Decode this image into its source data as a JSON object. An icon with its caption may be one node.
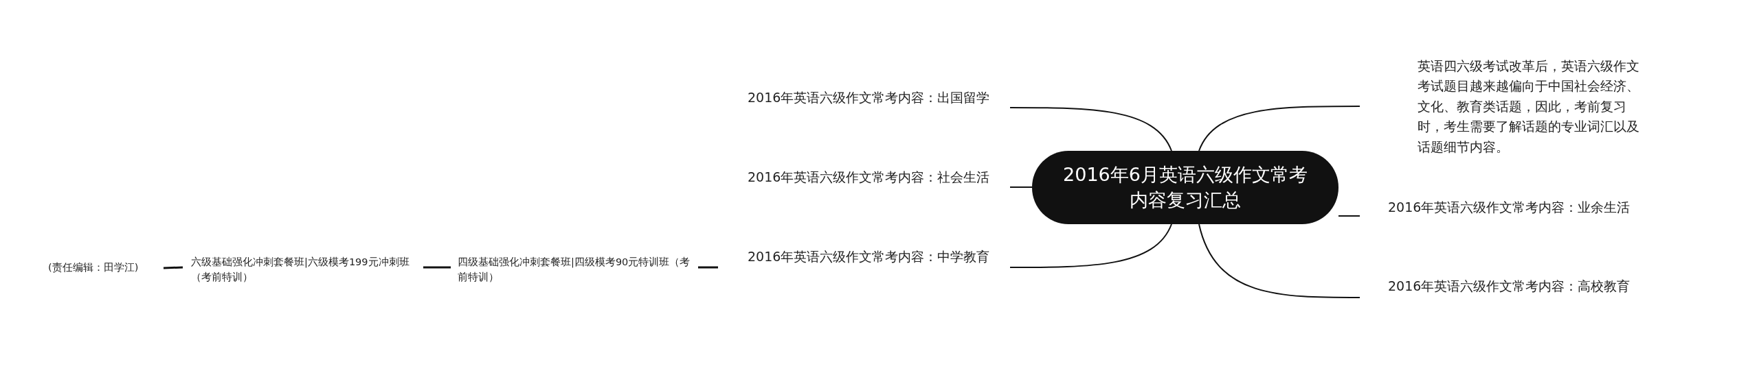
{
  "diagram": {
    "nodes": [
      {
        "text": [
          "2016年6月英语六级作文常考内容复习汇总"
        ]
      },
      {
        "text": [
          "2016年英语六级作文常考内容：出国留学"
        ]
      },
      {
        "text": [
          "2016年英语六级作文常考内容：社会生活"
        ]
      },
      {
        "text": [
          "2016年英语六级作文常考内容：中学教育"
        ]
      },
      {
        "text": [
          "英语四六级考试改革后，英语六级作文考试题目越来越偏向于中国社会经济、文化、教育类话题，因此，考前复习时，考生需要了解话题的专业词汇以及话题细节内容。"
        ]
      },
      {
        "text": [
          "2016年英语六级作文常考内容：业余生活"
        ]
      },
      {
        "text": [
          "2016年英语六级作文常考内容：高校教育"
        ]
      },
      {
        "text": [
          "四级基础强化冲刺套餐班|四级模考90元特训班（考前特训）"
        ]
      },
      {
        "text": [
          "六级基础强化冲刺套餐班|六级模考199元冲刺班（考前特训）"
        ]
      },
      {
        "text": [
          "(责任编辑：田学江)"
        ]
      }
    ],
    "edges": [
      {
        "from": 0,
        "to": 1,
        "arrow": "none"
      },
      {
        "from": 0,
        "to": 2,
        "arrow": "none"
      },
      {
        "from": 0,
        "to": 3,
        "arrow": "none"
      },
      {
        "from": 0,
        "to": 4,
        "arrow": "none"
      },
      {
        "from": 0,
        "to": 5,
        "arrow": "none"
      },
      {
        "from": 0,
        "to": 6,
        "arrow": "none"
      },
      {
        "from": 3,
        "to": 7,
        "arrow": "none"
      },
      {
        "from": 7,
        "to": 8,
        "arrow": "none"
      },
      {
        "from": 8,
        "to": 9,
        "arrow": "none"
      }
    ]
  }
}
